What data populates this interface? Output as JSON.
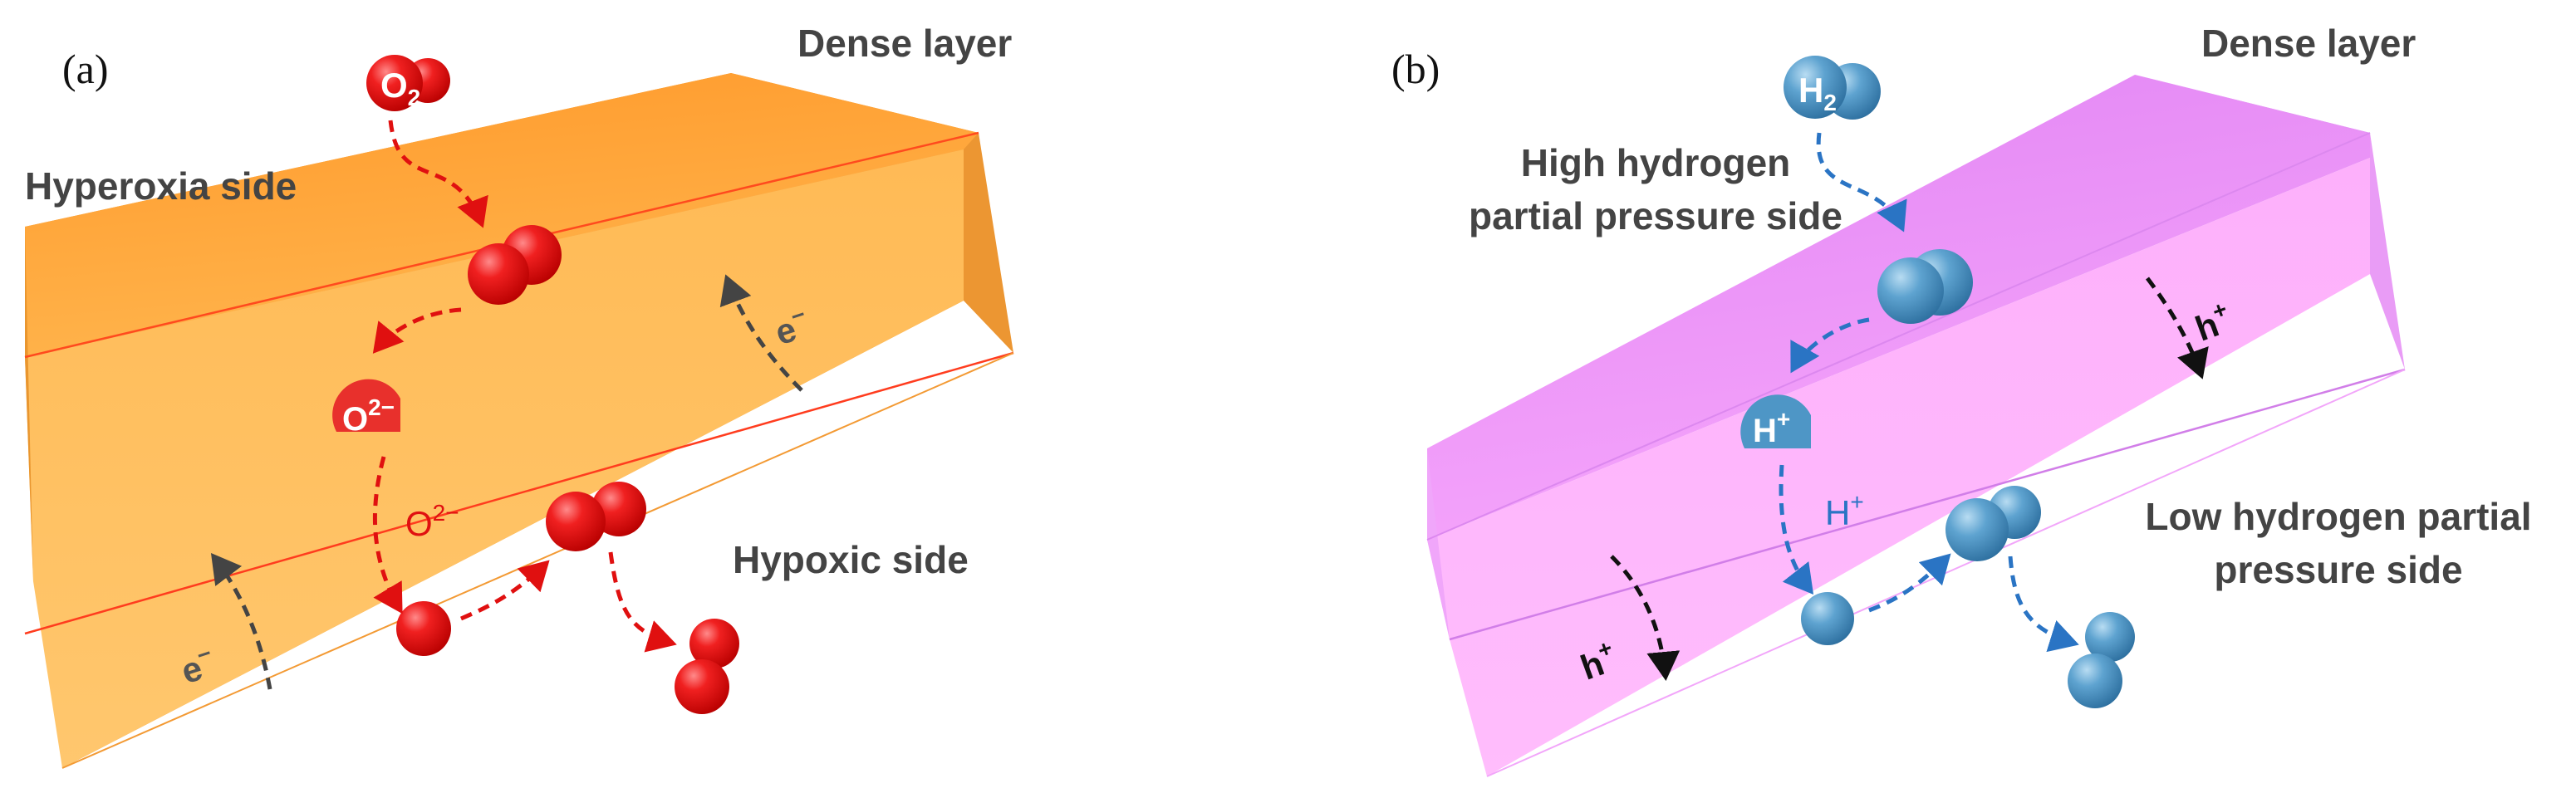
{
  "panel_a": {
    "tag": "(a)",
    "dense_layer": "Dense layer",
    "high_side": "Hyperoxia side",
    "low_side": "Hypoxic side",
    "molecule": "O",
    "molecule_sub": "2",
    "ion": "O",
    "ion_charge": "2−",
    "carrier": "e",
    "carrier_charge": "−",
    "colors": {
      "slab_top": "#ffa73c",
      "slab_front": "#ffc163",
      "slab_side": "#eb9228",
      "boundary": "#ff3c1e",
      "particle": "#e01010",
      "arrow": "#e01010",
      "counter_arrow": "#444444"
    }
  },
  "panel_b": {
    "tag": "(b)",
    "dense_layer": "Dense layer",
    "high_side": [
      "High hydrogen",
      "partial pressure side"
    ],
    "low_side": [
      "Low hydrogen partial",
      "pressure side"
    ],
    "molecule": "H",
    "molecule_sub": "2",
    "ion": "H",
    "ion_charge": "+",
    "carrier": "h",
    "carrier_charge": "+",
    "colors": {
      "slab_top": "#e58cf5",
      "slab_front": "#ffb4fa",
      "slab_side": "#dd8bee",
      "boundary": "#c96be0",
      "particle": "#4e96c6",
      "arrow": "#2a74c4",
      "counter_arrow": "#111111"
    }
  }
}
